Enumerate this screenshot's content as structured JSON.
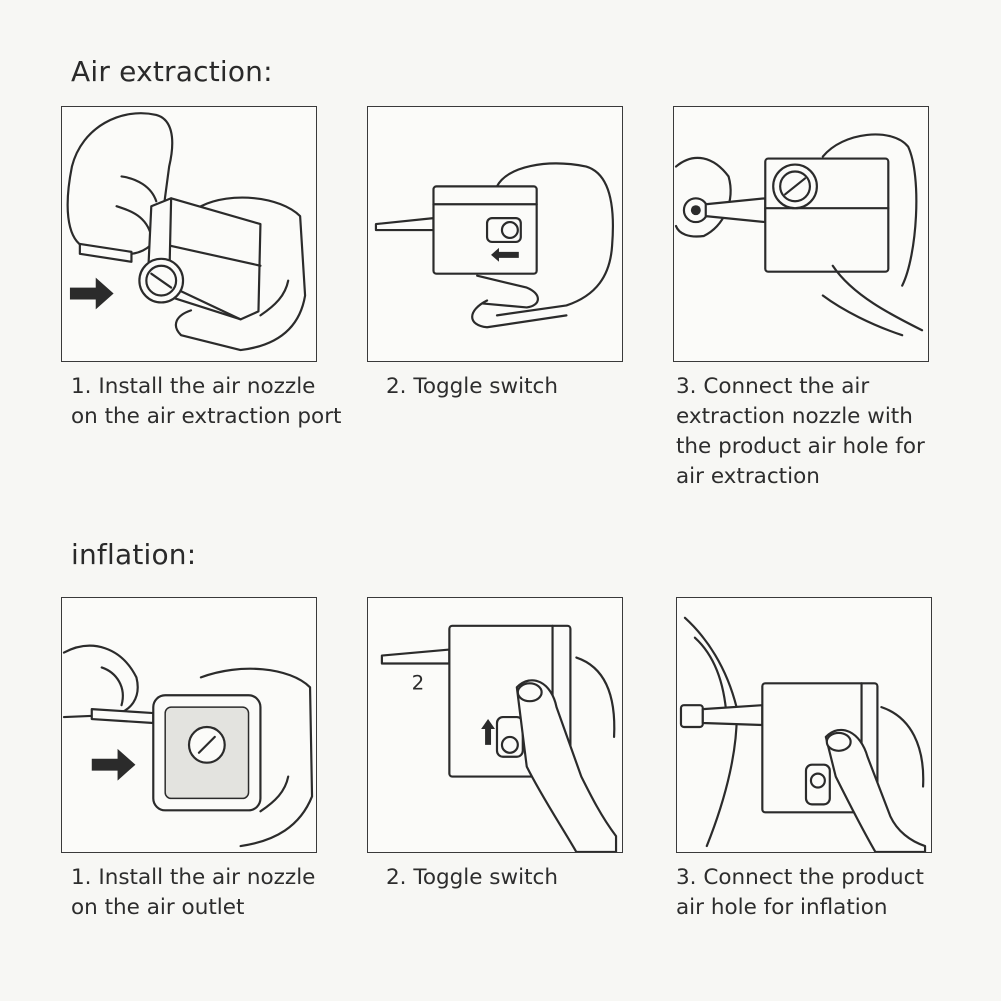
{
  "sections": [
    {
      "title": "Air extraction:",
      "steps": [
        {
          "caption": "1. Install the air nozzle on the air extraction port"
        },
        {
          "caption": "2. Toggle switch"
        },
        {
          "caption": "3. Connect the air extraction nozzle with the product air hole for air extraction"
        }
      ]
    },
    {
      "title": "inflation:",
      "steps": [
        {
          "caption": "1. Install the air nozzle on the air outlet"
        },
        {
          "caption": "2. Toggle switch",
          "figure_label": "2"
        },
        {
          "caption": "3. Connect the product air hole for inflation"
        }
      ]
    }
  ],
  "icons": [
    "hand-icon",
    "air-pump-icon",
    "nozzle-icon",
    "arrow-right-icon",
    "arrow-left-icon",
    "arrow-up-icon",
    "toggle-switch-icon",
    "valve-icon"
  ],
  "colors": {
    "background": "#f7f7f4",
    "line": "#2b2b2b",
    "text": "#2d2d2d"
  }
}
